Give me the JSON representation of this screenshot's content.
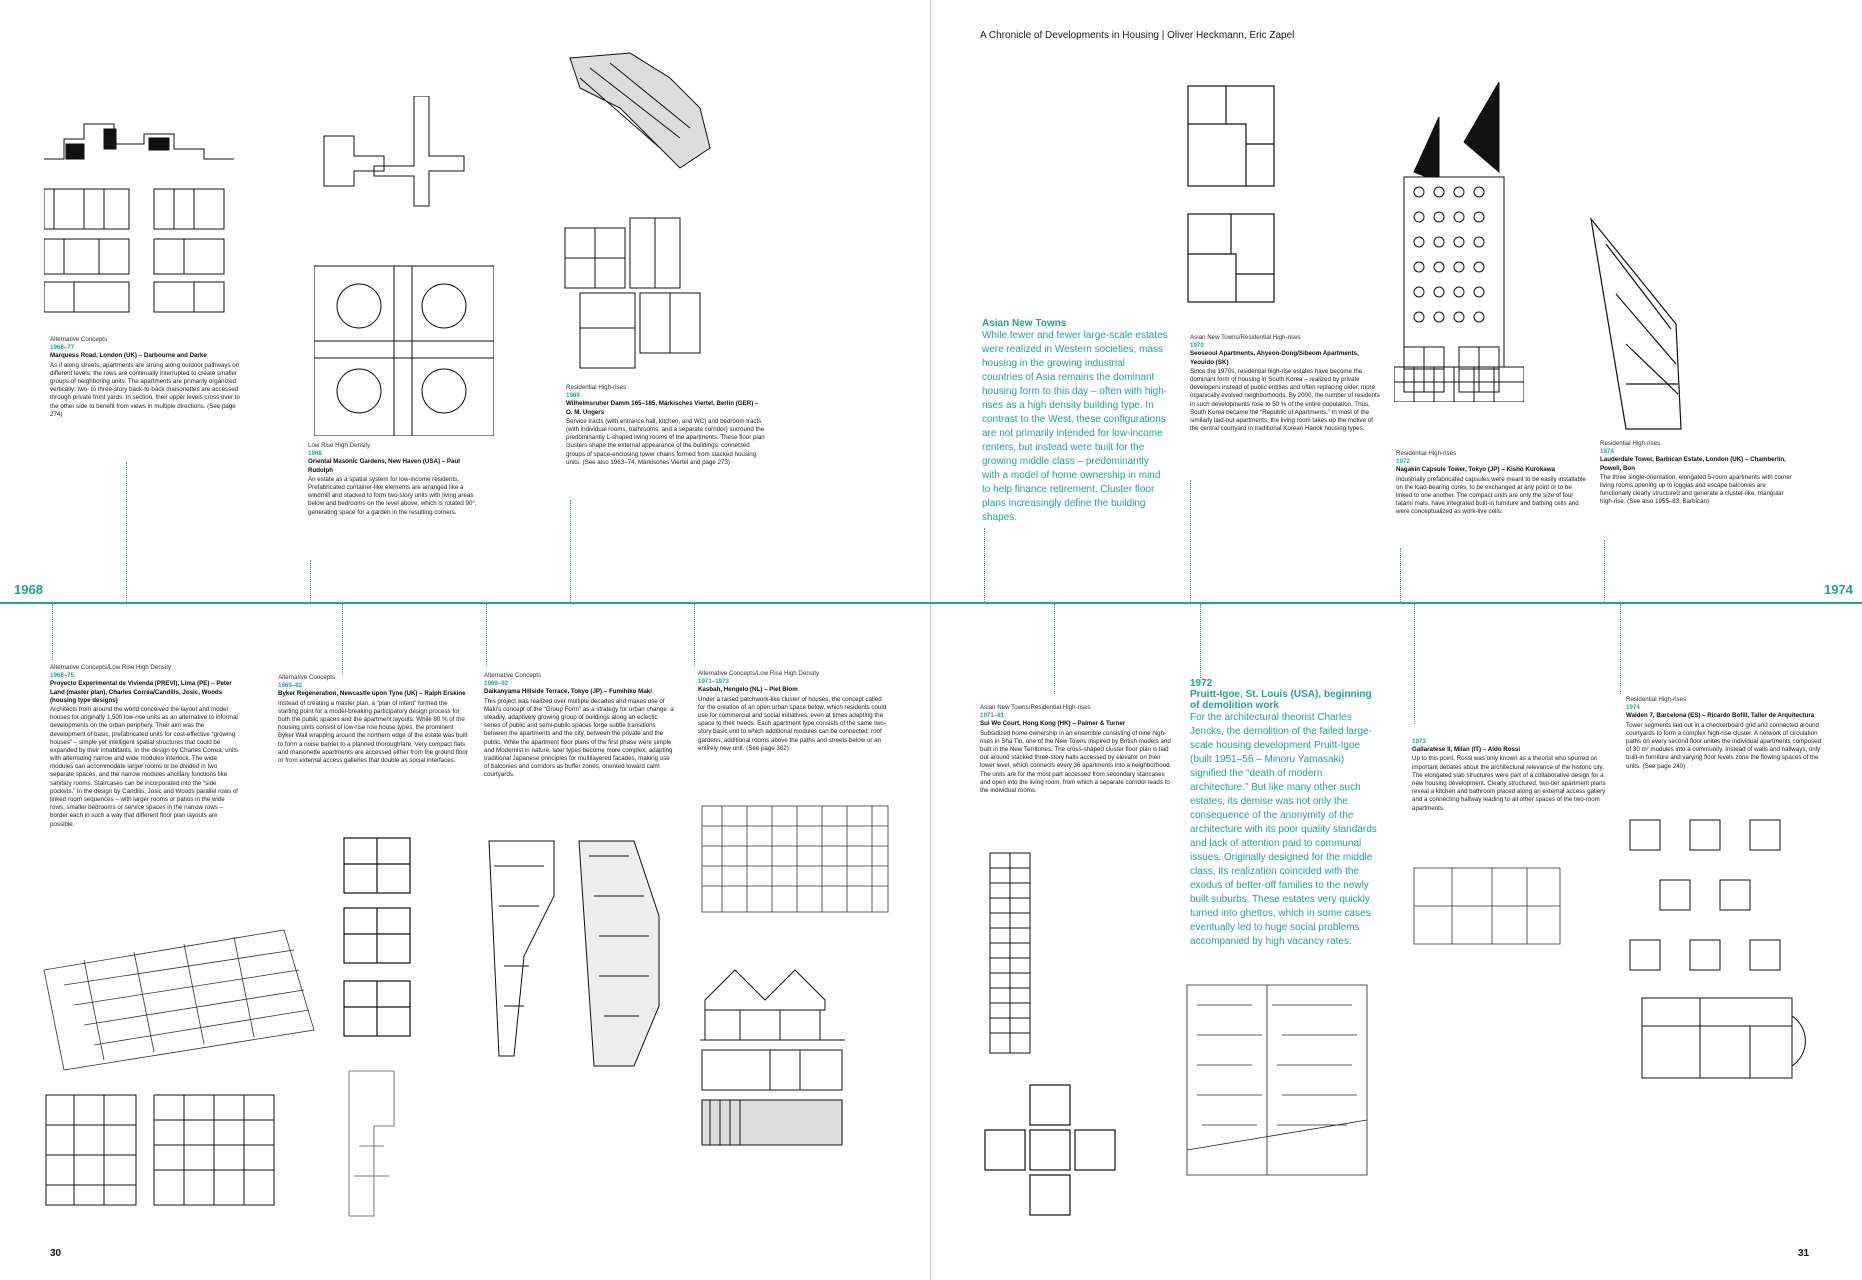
{
  "header": "A Chronicle of Developments in Housing | Oliver Heckmann, Eric Zapel",
  "timeline": {
    "start_year": "1968",
    "end_year": "1974",
    "accent": "#1fa69a"
  },
  "page_numbers": {
    "left": "30",
    "right": "31"
  },
  "entries": [
    {
      "category": "Alternative Concepts",
      "years": "1968–77",
      "title": "Marquess Road, London (UK) – Darbourne and Darke",
      "description": "As if along streets, apartments are strung along outdoor pathways on different levels; the rows are continually interrupted to create smaller groups of neighboring units. The apartments are primarily organized vertically: two- to three-story back-to-back maisonettes are accessed through private front yards. In section, their upper levels cross over to the other side to benefit from views in multiple directions. (See page 274)"
    },
    {
      "category": "Low Rise High Density",
      "years": "1968",
      "title": "Oriental Masonic Gardens, New Haven (USA) – Paul Rudolph",
      "description": "An estate as a spatial system for low-income residents. Prefabricated container-like elements are arranged like a windmill and stacked to form two-story units with living areas below and bedrooms on the level above, which is rotated 90°, generating space for a garden in the resulting corners."
    },
    {
      "category": "Residential High-rises",
      "years": "1969",
      "title": "Wilhelmsruher Damm 165–185, Märkisches Viertel, Berlin (GER) – O. M. Ungers",
      "description": "Service tracts (with entrance hall, kitchen, and WC) and bedroom tracts (with individual rooms, bathrooms, and a separate corridor) surround the predominantly L-shaped living rooms of the apartments. These floor plan clusters shape the external appearance of the buildings: connected groups of space-enclosing tower chains formed from stacked housing units. (See also 1963–74, Märkisches Viertel and page 273)"
    },
    {
      "category": "Asian New Towns/Residential High-rises",
      "years": "1970",
      "title": "Seoseoul Apartments, Ahyeon-Dong/Sibeom Apartments, Yeouido (SK)",
      "description": "Since the 1970s, residential high-rise estates have become the dominant form of housing in South Korea – realized by private developers instead of public entities and often replacing older, more organically evolved neighborhoods. By 2000, the number of residents in such developments rose to 50 % of the entire population. Thus, South Korea became the “Republic of Apartments.” In most of the similarly laid-out apartments, the living room takes up the motive of the central courtyard in traditional Korean Hanok housing types."
    },
    {
      "category": "Residential High-rises",
      "years": "1972",
      "title": "Nagakin Capsule Tower, Tokyo (JP) – Kisho Kurokawa",
      "description": "Industrially prefabricated capsules were meant to be easily installable on the load-bearing cores, to be exchanged at any point or to be linked to one another. The compact units are only the size of four tatami mats, have integrated built-in furniture and bathing cells and were conceptualized as work-live cells."
    },
    {
      "category": "Residential High-rises",
      "years": "1974",
      "title": "Lauderdale Tower, Barbican Estate, London (UK) – Chamberlin, Powell, Bon",
      "description": "The three single-orientation, elongated 5-room apartments with corner living rooms opening up to loggias and escape balconies are functionally clearly structured and generate a cluster-like, triangular high-rise. (See also 1955–83, Barbican)"
    },
    {
      "category": "Alternative Concepts/Low Rise High Density",
      "years": "1968–75",
      "title": "Proyecto Experimental de Vivienda (PREVI), Lima (PE) – Peter Land (master plan), Charles Correa/Candilis, Josic, Woods (housing type designs)",
      "description": "Architects from around the world conceived the layout and model houses for originally 1,500 low-rise units as an alternative to informal developments on the urban periphery. Their aim was the development of basic, prefabricated units for cost-effective “growing houses” – simple yet intelligent spatial structures that could be expanded by their inhabitants. In the design by Charles Correa, units with alternating narrow and wide modules interlock. The wide modules can accommodate larger rooms or be divided in two separate spaces, and the narrow modules ancillary functions like sanitary rooms. Staircases can be incorporated into the “side pockets.” In the design by Candilis, Josic and Woods parallel rows of linked room sequences – with larger rooms or patios in the wide rows, smaller bedrooms or service spaces in the narrow rows – border each in such a way that different floor plan layouts are possible."
    },
    {
      "category": "Alternative Concepts",
      "years": "1969–82",
      "title": "Byker Regeneration, Newcastle upon Tyne (UK) – Ralph Erskine",
      "description": "Instead of creating a master plan, a “plan of intent” formed the starting point for a model-breaking participatory design process for both the public spaces and the apartment layouts. While 80 % of the housing units consist of low-rise row house types, the prominent Byker Wall wrapping around the northern edge of the estate was built to form a noise barrier to a planned thoroughfare. Very compact flats and maisonette apartments are accessed either from the ground floor or from external access galleries that double as social interfaces."
    },
    {
      "category": "Alternative Concepts",
      "years": "1969–92",
      "title": "Daikanyama Hillside Terrace, Tokyo (JP) – Fumihiko Maki",
      "description": "This project was realized over multiple decades and makes use of Maki's concept of the “Group Form” as a strategy for urban change: a steadily, adaptively growing group of buildings along an eclectic series of public and semi-public spaces forge subtle transitions between the apartments and the city, between the private and the public. While the apartment floor plans of the first phase were simple and Modernist in nature, later types become more complex, adapting traditional Japanese principles for multilayered facades, making use of balconies and corridors as buffer zones, oriented toward calm courtyards."
    },
    {
      "category": "Alternative Concepts/Low Rise High Density",
      "years": "1971–1973",
      "title": "Kasbah, Hengelo (NL) – Piet Blom",
      "description": "Under a raised patchwork-like cluster of houses, the concept called for the creation of an open urban space below, which residents could use for commercial and social initiatives, even at times adapting the space to their needs. Each apartment type consists of the same two-story basic unit to which additional modules can be connected: roof gardens, additional rooms above the paths and streets below or an entirely new unit. (See page 302)"
    },
    {
      "category": "Asian New Towns/Residential High-rises",
      "years": "1971–81",
      "title": "Sui Wo Court, Hong Kong (HK) – Palmer & Turner",
      "description": "Subsidized home ownership in an ensemble consisting of nine high-rises in Sha Tin, one of the New Towns inspired by British models and built in the New Territories. The cross-shaped cluster floor plan is laid out around stacked three-story halls accessed by elevator on their lower level, which connects every 36 apartments into a neighborhood. The units are for the most part accessed from secondary staircases and open into the living room, from which a separate corridor leads to the individual rooms."
    },
    {
      "category": "",
      "years": "1973",
      "title": "Gallaratese II, Milan (IT) – Aldo Rossi",
      "description": "Up to this point, Rossi was only known as a theorist who spurred on important debates about the architectural relevance of the historic city. The elongated slab structures were part of a collaborative design for a new housing development. Clearly structured, two-tier apartment plans reveal a kitchen and bathroom placed along an external access gallery and a connecting hallway leading to all other spaces of the two-room apartments."
    },
    {
      "category": "Residential High-rises",
      "years": "1974",
      "title": "Walden 7, Barcelona (ES) – Ricardo Bofill, Taller de Arquitectura",
      "description": "Tower segments laid out in a checkerboard grid and connected around courtyards to form a complex high-rise cluster. A network of circulation paths on every second floor unites the individual apartments composed of 30 m² modules into a community. Instead of walls and hallways, only built-in furniture and varying floor levels zone the flowing spaces of the units. (See page 240)"
    }
  ],
  "features": [
    {
      "title": "Asian New Towns",
      "description": "While fewer and fewer large-scale estates were realized in Western societies, mass housing in the growing industrial countries of Asia remains the dominant housing form to this day – often with high-rises as a high density building type. In contrast to the West, these configurations are not primarily intended for low-income renters, but instead were built for the growing middle class – predominantly with a model of home ownership in mind to help finance retirement. Cluster floor plans increasingly define the building shapes."
    },
    {
      "year": "1972",
      "title": "Pruitt-Igoe, St. Louis (USA), beginning of demolition work",
      "description": "For the architectural theorist Charles Jencks, the demolition of the failed large-scale housing development Pruitt-Igoe (built 1951–56 – Minoru Yamasaki) signified the “death of modern architecture.” But like many other such estates, its demise was not only the consequence of the anonymity of the architecture with its poor quality standards and lack of attention paid to communal issues. Originally designed for the middle class, its realization coincided with the exodus of better-off families to the newly built suburbs. These estates very quickly turned into ghettos, which in some cases eventually led to huge social problems accompanied by high vacancy rates."
    }
  ]
}
